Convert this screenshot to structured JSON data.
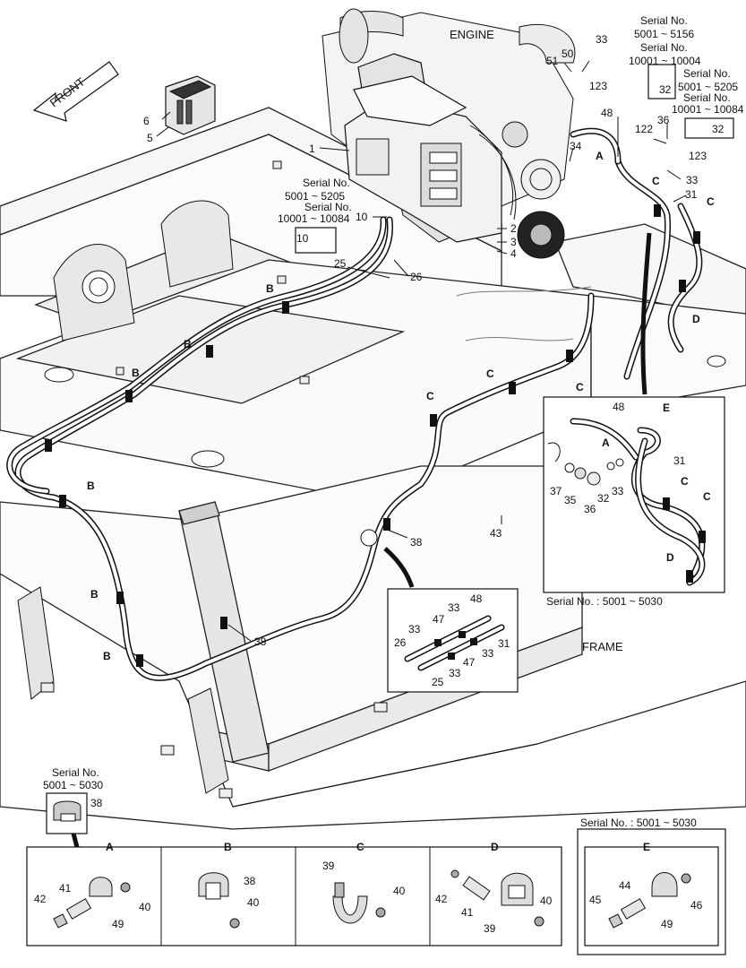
{
  "labels": {
    "engine": "ENGINE",
    "front": "FRONT",
    "frame": "FRAME"
  },
  "serials": {
    "s1": "Serial No.",
    "s1r": "5001 ~ 5156",
    "s2": "Serial No.",
    "s2r": "10001 ~ 10004",
    "s3": "Serial No.",
    "s3r": "5001 ~ 5205",
    "s4": "Serial No.",
    "s4r": "10001 ~ 10084",
    "s5": "Serial No.",
    "s5r": "5001 ~ 5205",
    "s6": "Serial No.",
    "s6r": "10001 ~ 10084",
    "s7": "Serial No. : 5001 ~ 5030",
    "s8": "Serial No.",
    "s8r": "5001 ~ 5030",
    "s9": "Serial No. : 5001 ~ 5030"
  },
  "callouts": {
    "c1": "1",
    "c2": "2",
    "c3": "3",
    "c4": "4",
    "c5": "5",
    "c6": "6",
    "c10a": "10",
    "c10b": "10",
    "c25a": "25",
    "c26a": "26",
    "c31a": "31",
    "c32a": "32",
    "c32b": "32",
    "c33a": "33",
    "c33b": "33",
    "c34": "34",
    "c36a": "36",
    "c38a": "38",
    "c38b": "38",
    "c43": "43",
    "c48a": "48",
    "c50": "50",
    "c51": "51",
    "c122": "122",
    "c123a": "123",
    "c123b": "123",
    "cA1": "A",
    "cC1": "C",
    "cC2": "C",
    "cC3": "C",
    "cC4": "C",
    "cC5": "C",
    "cD1": "D",
    "cB1": "B",
    "cB2": "B",
    "cB3": "B",
    "cB4": "B",
    "cB5": "B",
    "cB6": "B"
  },
  "detail_right": {
    "c48": "48",
    "cE": "E",
    "cA": "A",
    "c31": "31",
    "c37": "37",
    "c35": "35",
    "c36": "36",
    "c32": "32",
    "c33": "33",
    "cC1": "C",
    "cC2": "C",
    "cD": "D"
  },
  "detail_mid": {
    "c48": "48",
    "c33a": "33",
    "c47a": "47",
    "c33b": "33",
    "c26": "26",
    "c31": "31",
    "c33c": "33",
    "c47b": "47",
    "c33d": "33",
    "c25": "25"
  },
  "detail_clamp": {
    "c38": "38"
  },
  "panels": {
    "A": {
      "title": "A",
      "parts": [
        "42",
        "41",
        "49",
        "40"
      ]
    },
    "B": {
      "title": "B",
      "parts": [
        "38",
        "40"
      ]
    },
    "C": {
      "title": "C",
      "parts": [
        "39",
        "40"
      ]
    },
    "D": {
      "title": "D",
      "parts": [
        "42",
        "41",
        "39",
        "40"
      ]
    },
    "E": {
      "title": "E",
      "parts": [
        "45",
        "44",
        "49",
        "46"
      ]
    }
  }
}
